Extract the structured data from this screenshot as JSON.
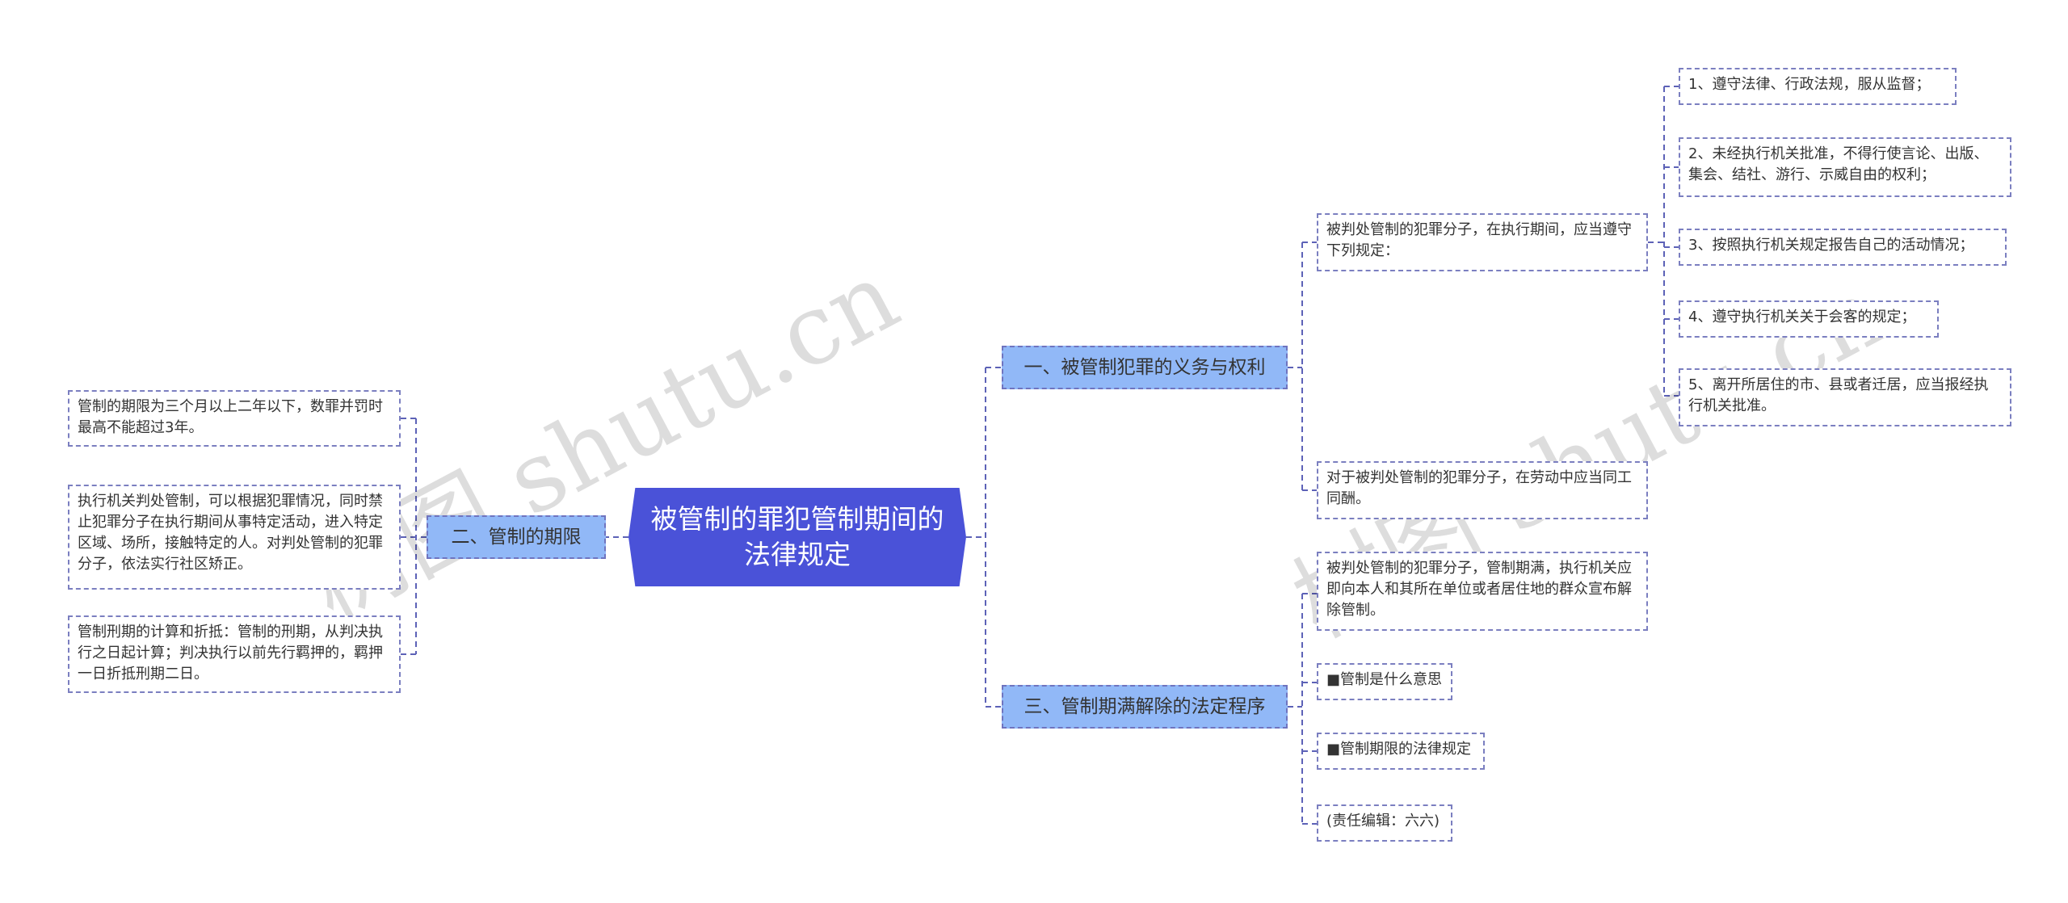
{
  "watermark": "树图 shutu.cn",
  "center": "被管制的罪犯管制期间的法律规定",
  "left": {
    "branch": "二、管制的期限",
    "leaves": [
      "管制的期限为三个月以上二年以下，数罪并罚时最高不能超过3年。",
      "执行机关判处管制，可以根据犯罪情况，同时禁止犯罪分子在执行期间从事特定活动，进入特定区域、场所，接触特定的人。对判处管制的犯罪分子，依法实行社区矫正。",
      "管制刑期的计算和折抵：管制的刑期，从判决执行之日起计算；判决执行以前先行羁押的，羁押一日折抵刑期二日。"
    ]
  },
  "right1": {
    "branch": "一、被管制犯罪的义务与权利",
    "sub1": "被判处管制的犯罪分子，在执行期间，应当遵守下列规定：",
    "sub1_items": [
      "1、遵守法律、行政法规，服从监督；",
      "2、未经执行机关批准，不得行使言论、出版、集会、结社、游行、示威自由的权利；",
      "3、按照执行机关规定报告自己的活动情况；",
      "4、遵守执行机关关于会客的规定；",
      "5、离开所居住的市、县或者迁居，应当报经执行机关批准。"
    ],
    "sub2": "对于被判处管制的犯罪分子，在劳动中应当同工同酬。"
  },
  "right2": {
    "branch": "三、管制期满解除的法定程序",
    "leaves": [
      "被判处管制的犯罪分子，管制期满，执行机关应即向本人和其所在单位或者居住地的群众宣布解除管制。",
      "■管制是什么意思",
      "■管制期限的法律规定",
      "(责任编辑：六六)"
    ]
  }
}
